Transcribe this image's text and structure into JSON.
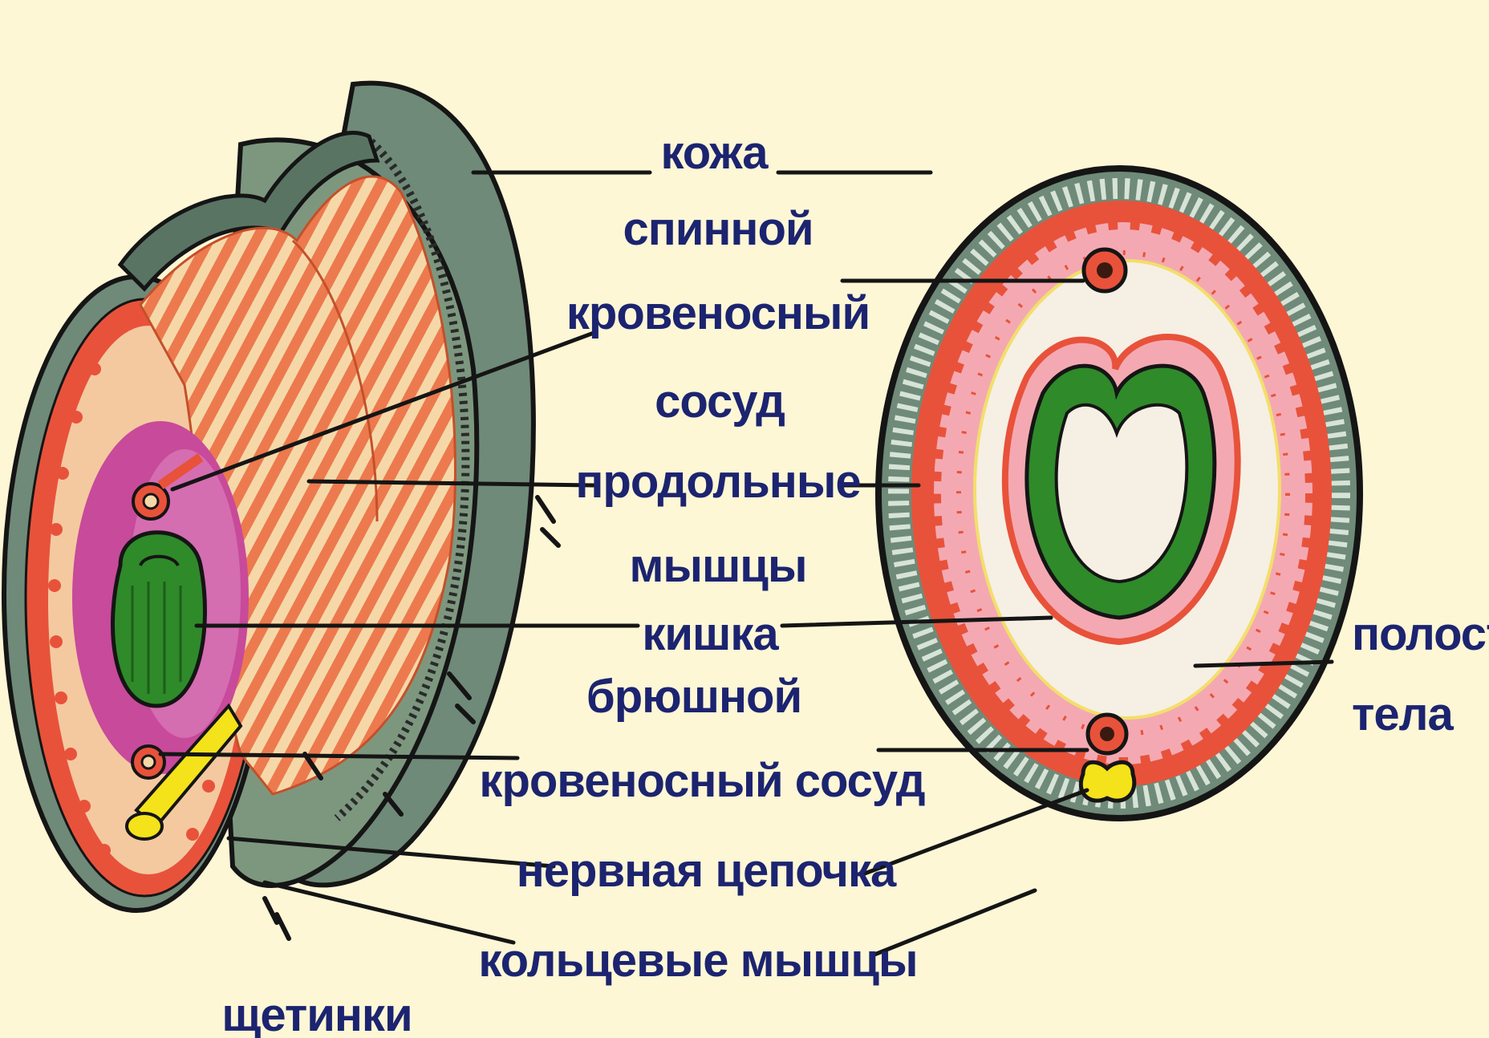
{
  "labels": {
    "skin": "кожа",
    "dorsal_1": "спинной",
    "dorsal_2": "кровеносный",
    "dorsal_3": "сосуд",
    "longitudinal_1": "продольные",
    "longitudinal_2": "мышцы",
    "intestine": "кишка",
    "ventral_1": "брюшной",
    "ventral_2": "кровеносный сосуд",
    "nerve_cord": "нервная цепочка",
    "circular_muscles": "кольцевые мышцы",
    "bristles": "щетинки",
    "body_cavity_1": "полость",
    "body_cavity_2": "тела"
  },
  "colors": {
    "background": "#fdf7d6",
    "skin_gray": "#6f8a78",
    "muscle_red": "#e8523a",
    "muscle_orange": "#f0a27a",
    "intestine_green": "#2f8a2a",
    "cavity_pink": "#c84a9a",
    "nerve_yellow": "#f4e21a",
    "label_navy": "#1c2470"
  }
}
